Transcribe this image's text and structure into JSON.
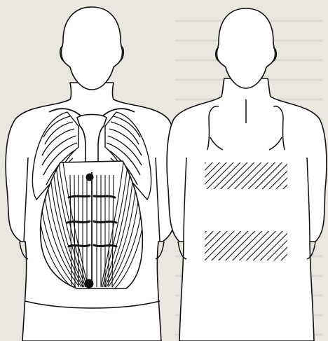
{
  "figure": {
    "views": [
      {
        "id": "front",
        "name": "anterior-torso-view"
      },
      {
        "id": "back",
        "name": "posterior-torso-view"
      }
    ],
    "markers": [
      {
        "id": "upper-point",
        "shape": "filled-circle"
      },
      {
        "id": "lower-point",
        "shape": "filled-circle"
      }
    ],
    "hatched_zones": [
      {
        "id": "upper-back-zone",
        "pattern": "diagonal-hatch"
      },
      {
        "id": "lower-back-zone",
        "pattern": "diagonal-hatch"
      }
    ],
    "colors": {
      "paper": "#eae7e1",
      "ink": "#111111",
      "show_through": "#7a7a7a"
    }
  }
}
